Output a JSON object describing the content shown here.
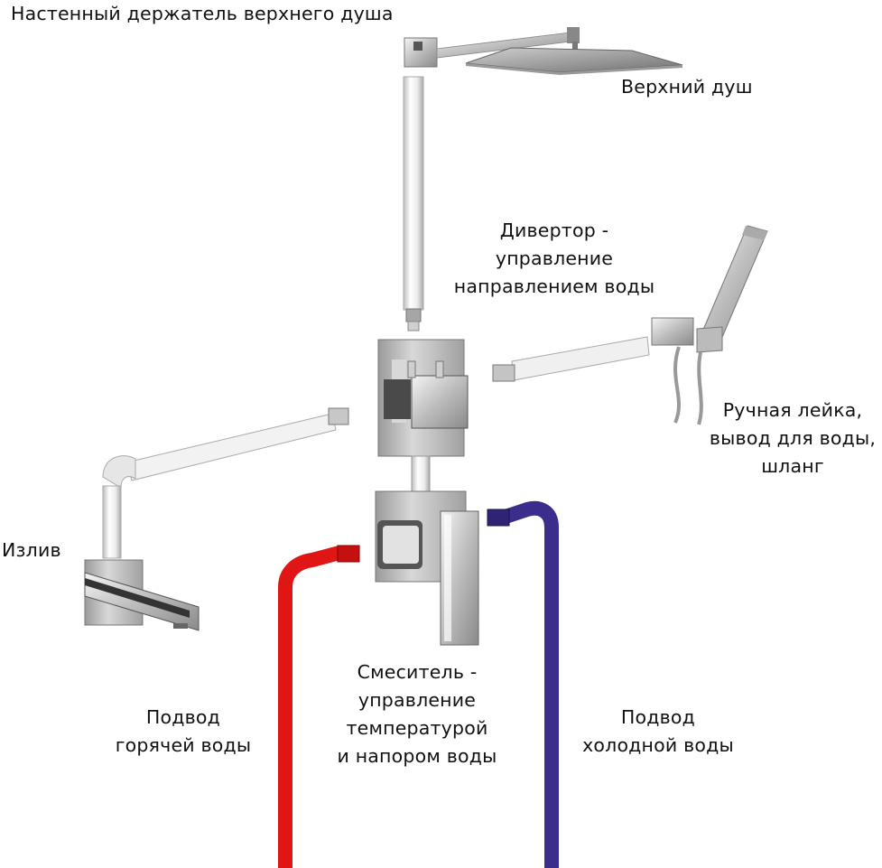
{
  "colors": {
    "hot_pipe": "#e01515",
    "cold_pipe": "#3b2d8c",
    "chrome": "#c9c9c9",
    "pipe": "#f2f2f2",
    "text": "#111111"
  },
  "labels": {
    "wall_holder": "Настенный держатель верхнего душа",
    "overhead_shower": "Верхний душ",
    "diverter": [
      "Дивертор -",
      "управление",
      "направлением воды"
    ],
    "hand_shower": [
      "Ручная лейка,",
      "вывод для воды,",
      "шланг"
    ],
    "spout": "Излив",
    "mixer": [
      "Смеситель -",
      "управление",
      "температурой",
      "и напором воды"
    ],
    "hot_supply": [
      "Подвод",
      "горячей воды"
    ],
    "cold_supply": [
      "Подвод",
      "холодной воды"
    ]
  }
}
